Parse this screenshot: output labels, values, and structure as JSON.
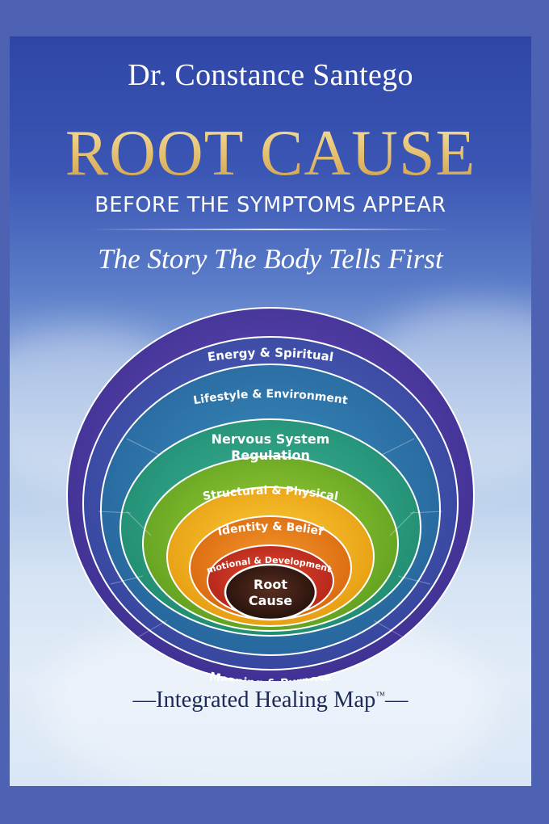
{
  "book": {
    "author": "Dr. Constance Santego",
    "title": "ROOT CAUSE",
    "subtitle": "BEFORE THE SYMPTOMS APPEAR",
    "tagline": "The Story The Body Tells First"
  },
  "healing_map": {
    "layers": [
      "Energy & Spiritual",
      "Lifestyle & Environment",
      "Nervous System",
      "Regulation",
      "Structural & Physical",
      "Identity & Belief",
      "Emotional & Developmental"
    ],
    "core": [
      "Root",
      "Cause"
    ],
    "bottom_label": "Meaning & Purpose",
    "name": "—Integrated Healing Map",
    "trademark": "™",
    "name_end": "—"
  },
  "colors": {
    "background_top": "#2f46a6",
    "background_bottom": "#e2ecf8",
    "title_gold": "#e3bd6b",
    "ring_colors": [
      "#4b3a9c",
      "#3b4fa9",
      "#2e77a8",
      "#2f9a7b",
      "#79b52b",
      "#f1b118",
      "#e77d14",
      "#cc3222",
      "#3a1d14"
    ]
  }
}
